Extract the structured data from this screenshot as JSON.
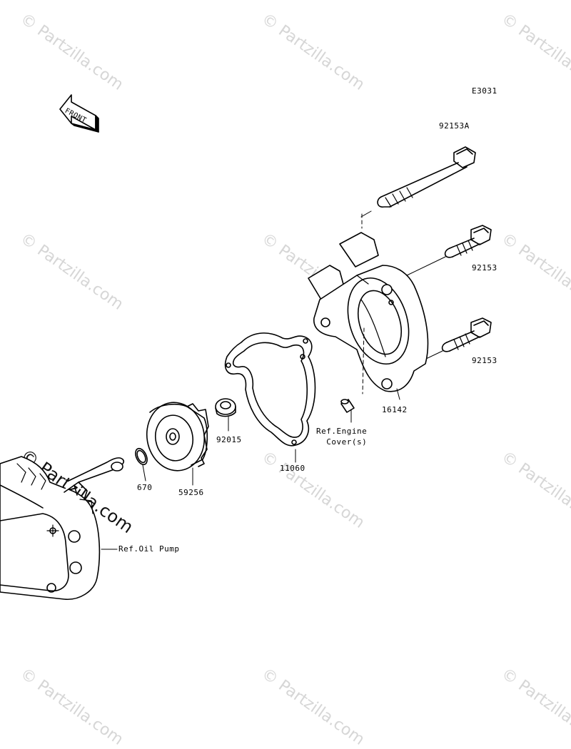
{
  "diagram": {
    "code": "E3031",
    "front_label": "FRONT",
    "watermark": "© Partzilla.com",
    "parts": [
      {
        "id": "bolt-top",
        "number": "92153A"
      },
      {
        "id": "bolt-mid",
        "number": "92153"
      },
      {
        "id": "bolt-low",
        "number": "92153"
      },
      {
        "id": "dowel",
        "number": "16142"
      },
      {
        "id": "gasket",
        "number": "11060"
      },
      {
        "id": "washer",
        "number": "92015"
      },
      {
        "id": "impeller",
        "number": "59256"
      },
      {
        "id": "oring",
        "number": "670"
      }
    ],
    "references": {
      "engine_cover": "Ref.Engine\n  Cover(s)",
      "oil_pump": "Ref.Oil Pump"
    }
  },
  "colors": {
    "line": "#000000",
    "watermark": "#d6d6d6",
    "background": "#ffffff"
  }
}
